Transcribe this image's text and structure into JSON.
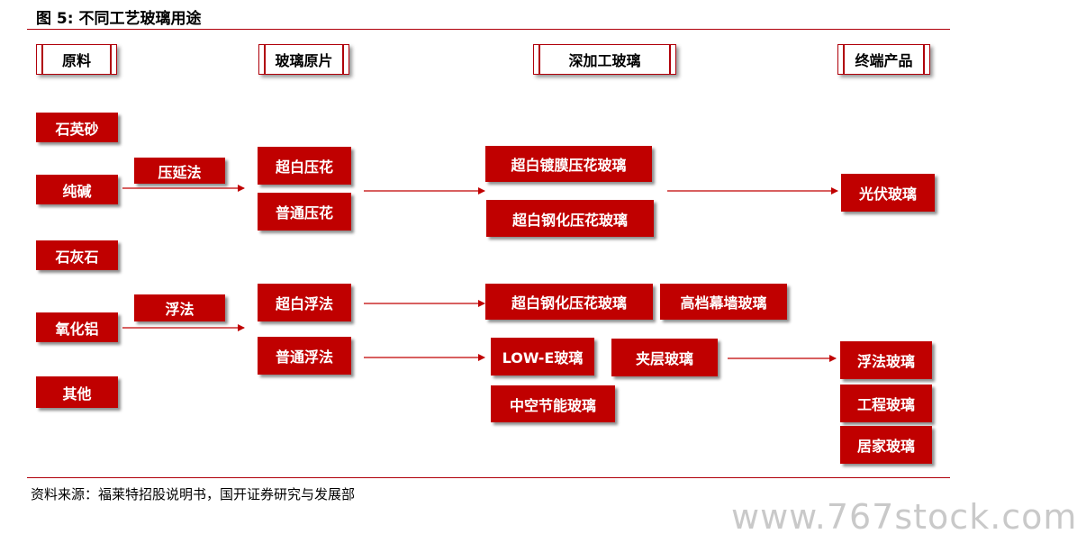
{
  "figure": {
    "title": "图 5:  不同工艺玻璃用途",
    "source": "资料来源：福莱特招股说明书，国开证券研究与发展部",
    "watermark": "www.767stock.com"
  },
  "colors": {
    "box": "#c00000",
    "rule": "#b0000a",
    "arrow": "#c00000"
  },
  "headers": {
    "raw": "原料",
    "sheet": "玻璃原片",
    "deep": "深加工玻璃",
    "terminal": "终端产品"
  },
  "raw_materials": [
    "石英砂",
    "纯碱",
    "石灰石",
    "氧化铝",
    "其他"
  ],
  "processes": {
    "calendering": "压延法",
    "float": "浮法"
  },
  "sheets": {
    "ultra_white_pattern": "超白压花",
    "ordinary_pattern": "普通压花",
    "ultra_white_float": "超白浮法",
    "ordinary_float": "普通浮法"
  },
  "deep_processed": {
    "coated_pattern": "超白镀膜压花玻璃",
    "tempered_pattern_1": "超白钢化压花玻璃",
    "tempered_pattern_2": "超白钢化压花玻璃",
    "curtain_wall": "高档幕墙玻璃",
    "low_e": "LOW-E玻璃",
    "laminated": "夹层玻璃",
    "insulating": "中空节能玻璃"
  },
  "terminal_products": {
    "pv": "光伏玻璃",
    "float": "浮法玻璃",
    "engineering": "工程玻璃",
    "home": "居家玻璃"
  }
}
